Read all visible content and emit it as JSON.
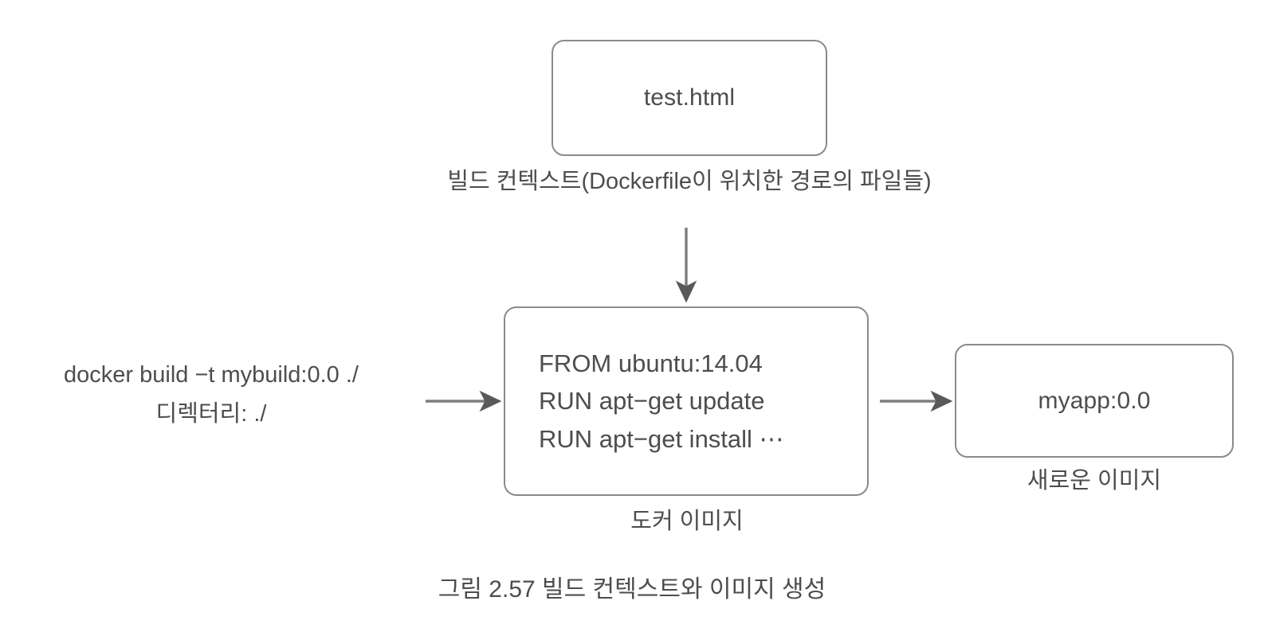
{
  "figure": {
    "caption": "그림 2.57 빌드 컨텍스트와 이미지 생성"
  },
  "nodes": {
    "build_context": {
      "text": "test.html",
      "caption": "빌드 컨텍스트(Dockerfile이 위치한 경로의 파일들)"
    },
    "docker_image": {
      "lines": [
        "FROM ubuntu:14.04",
        "RUN apt−get update",
        "RUN apt−get install ⋯"
      ],
      "caption": "도커 이미지"
    },
    "new_image": {
      "text": "myapp:0.0",
      "caption": "새로운 이미지"
    }
  },
  "command": {
    "line1": "docker build −t mybuild:0.0 ./",
    "line2": "디렉터리: ./"
  },
  "colors": {
    "stroke": "#8a8a8a",
    "text": "#4d4d4d",
    "arrow": "#595959",
    "background": "#ffffff"
  }
}
